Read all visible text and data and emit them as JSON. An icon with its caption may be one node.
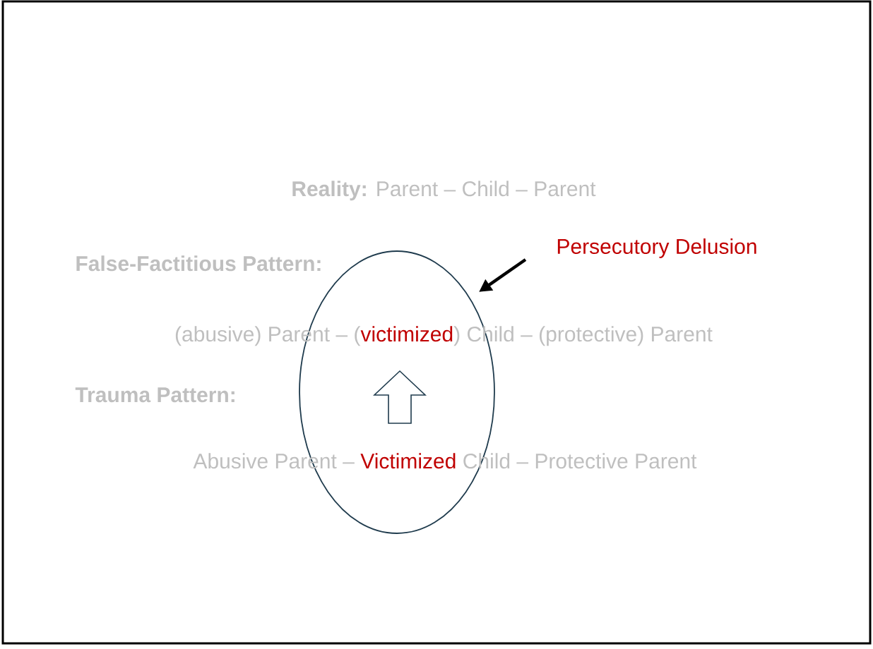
{
  "diagram": {
    "nodes": [
      {
        "text": [],
        "shape": "ellipse"
      },
      {
        "text": [
          "Persecutory Delusion"
        ]
      }
    ],
    "edges": [
      {
        "from": 1,
        "to": 0,
        "arrow": "to"
      }
    ],
    "labels": [
      "**Reality:** Parent – Child – Parent",
      "False-Factitious Pattern:",
      "(abusive) Parent – (",
      "victimized",
      ") Child – (protective) Parent",
      "Trauma Pattern:",
      "Abusive Parent – ",
      "Victimized",
      " Child – Protective Parent"
    ]
  }
}
